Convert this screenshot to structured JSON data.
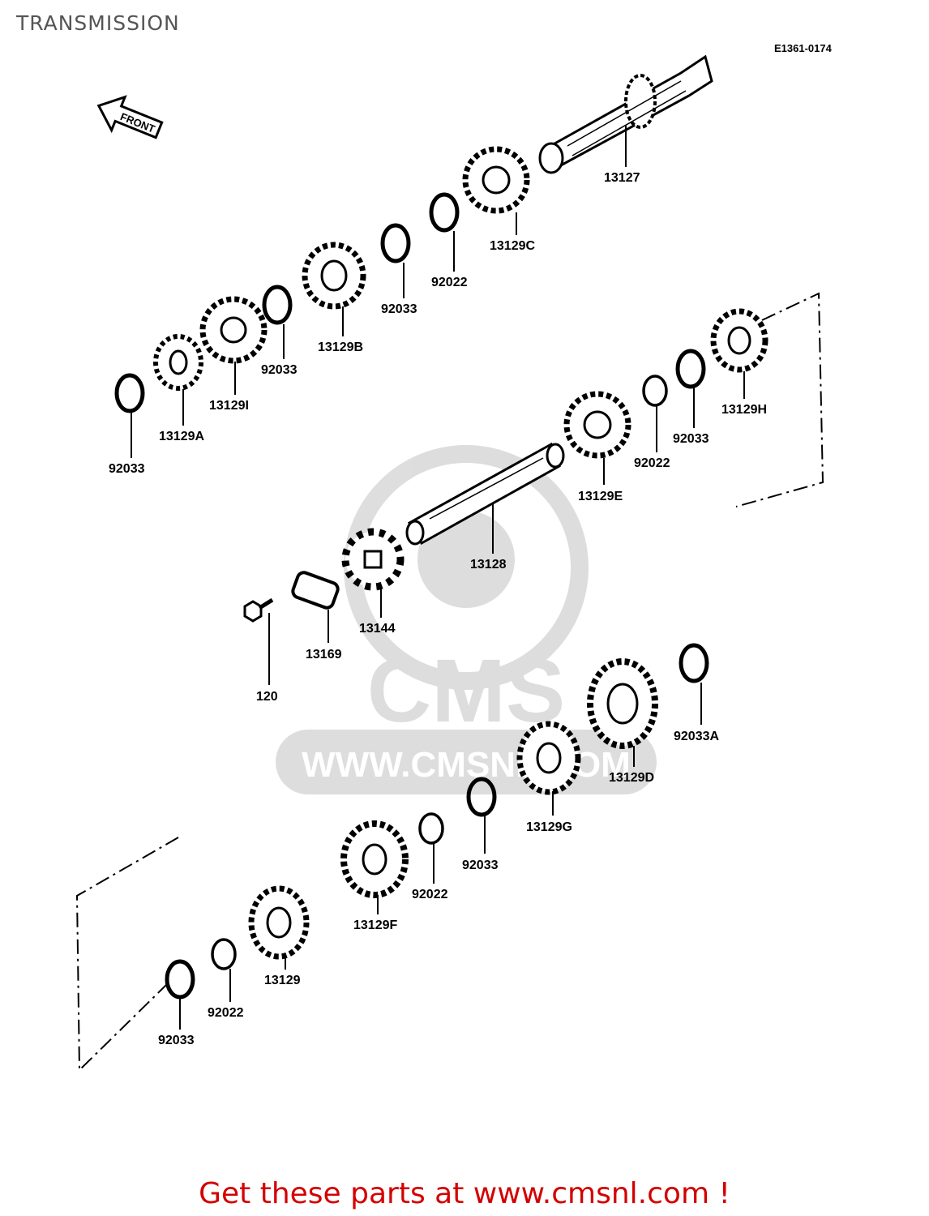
{
  "page": {
    "title": "TRANSMISSION",
    "code": "E1361-0174"
  },
  "front_arrow": {
    "label": "FRONT"
  },
  "watermark": {
    "brand": "CMS",
    "url": "WWW.CMSNL.COM"
  },
  "parts": [
    {
      "id": "13127"
    },
    {
      "id": "13129C"
    },
    {
      "id": "92022"
    },
    {
      "id": "92033"
    },
    {
      "id": "13129B"
    },
    {
      "id": "92033"
    },
    {
      "id": "13129I"
    },
    {
      "id": "13129A"
    },
    {
      "id": "92033"
    },
    {
      "id": "13129H"
    },
    {
      "id": "92033"
    },
    {
      "id": "92022"
    },
    {
      "id": "13129E"
    },
    {
      "id": "13128"
    },
    {
      "id": "13144"
    },
    {
      "id": "13169"
    },
    {
      "id": "120"
    },
    {
      "id": "92033A"
    },
    {
      "id": "13129D"
    },
    {
      "id": "13129G"
    },
    {
      "id": "92033"
    },
    {
      "id": "92022"
    },
    {
      "id": "13129F"
    },
    {
      "id": "13129"
    },
    {
      "id": "92022"
    },
    {
      "id": "92033"
    }
  ],
  "promo": {
    "text": "Get these parts at www.cmsnl.com !"
  }
}
